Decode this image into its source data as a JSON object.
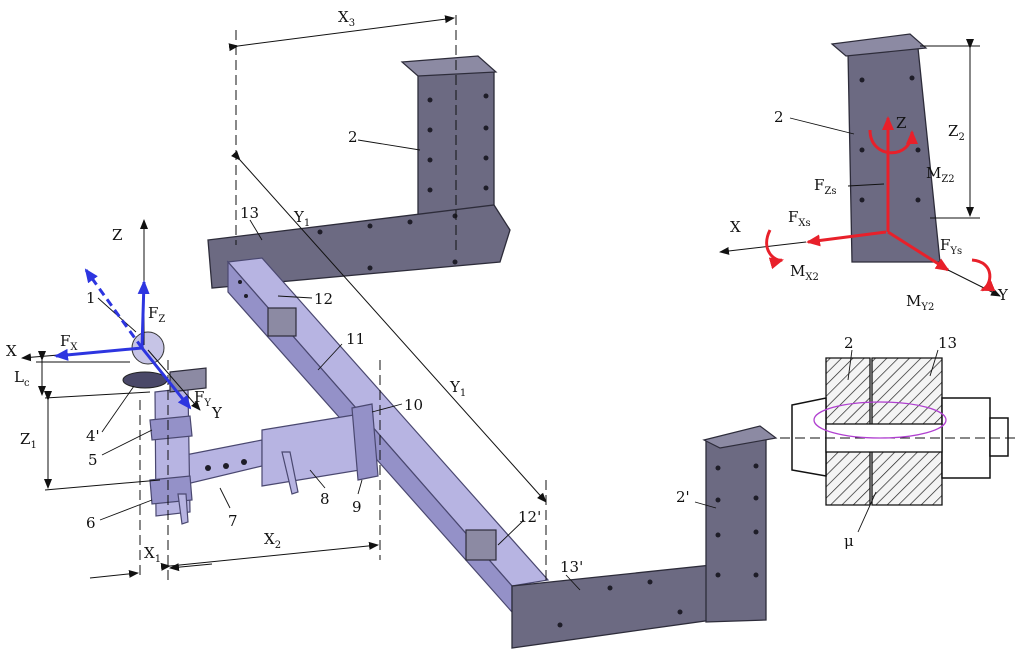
{
  "labels": {
    "x3": "X",
    "x3_sub": "3",
    "p2": "2",
    "p13": "13",
    "y1_top": "Y",
    "y1_top_sub": "1",
    "p12": "12",
    "p11": "11",
    "y1_mid": "Y",
    "y1_mid_sub": "1",
    "p10": "10",
    "p12p": "12'",
    "p2p": "2'",
    "p13p": "13'",
    "p9": "9",
    "p8": "8",
    "p7": "7",
    "p6": "6",
    "p5": "5",
    "p4": "4'",
    "p1": "1",
    "z_axis": "Z",
    "x_axis": "X",
    "y_axis": "Y",
    "fz": "F",
    "fz_sub": "Z",
    "fx": "F",
    "fx_sub": "X",
    "fy": "F",
    "fy_sub": "Y",
    "lc": "L",
    "lc_sub": "c",
    "z1": "Z",
    "z1_sub": "1",
    "x1": "X",
    "x1_sub": "1",
    "x2": "X",
    "x2_sub": "2",
    "d_p2": "2",
    "d_z": "Z",
    "d_z2": "Z",
    "d_z2_sub": "2",
    "d_mz2": "M",
    "d_mz2_sub": "Z2",
    "d_fzs": "F",
    "d_fzs_sub": "Zs",
    "d_x": "X",
    "d_fxs": "F",
    "d_fxs_sub": "Xs",
    "d_fys": "F",
    "d_fys_sub": "Ys",
    "d_mx2": "M",
    "d_mx2_sub": "X2",
    "d_my2": "M",
    "d_my2_sub": "Y2",
    "d_y": "Y",
    "b_p2": "2",
    "b_p13": "13",
    "b_mu": "μ"
  },
  "colors": {
    "force_red": "#e8202a",
    "force_blue": "#2d35e0",
    "plate": "#6c6a82",
    "tube": "#b7b4e2"
  }
}
